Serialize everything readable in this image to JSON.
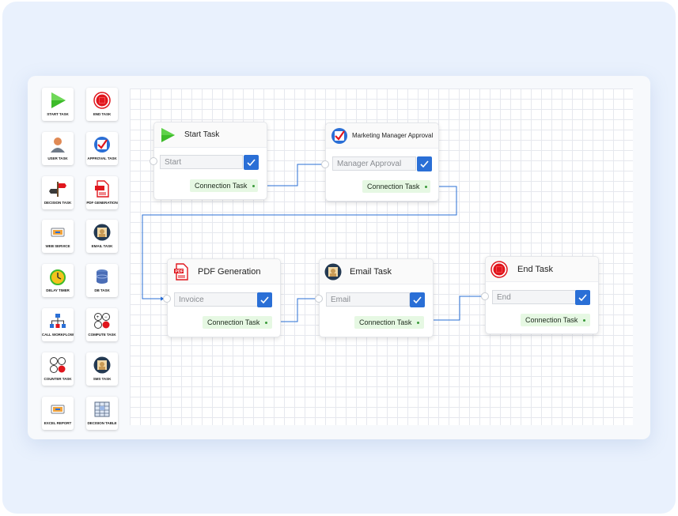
{
  "palette": [
    {
      "label": "START TASK",
      "icon": "play-icon"
    },
    {
      "label": "END TASK",
      "icon": "stop-icon"
    },
    {
      "label": "USER TASK",
      "icon": "user-icon"
    },
    {
      "label": "APPROVAL TASK",
      "icon": "approval-check-icon"
    },
    {
      "label": "DECISION TASK",
      "icon": "signpost-icon"
    },
    {
      "label": "PDF GENERATION",
      "icon": "pdf-icon"
    },
    {
      "label": "WEB SERVICE",
      "icon": "web-service-icon"
    },
    {
      "label": "EMAIL TASK",
      "icon": "email-avatar-icon"
    },
    {
      "label": "DELAY TIMER",
      "icon": "timer-icon"
    },
    {
      "label": "DB TASK",
      "icon": "database-icon"
    },
    {
      "label": "CALL WORKFLOW",
      "icon": "workflow-icon"
    },
    {
      "label": "COMPUTE TASK",
      "icon": "calculator-icon"
    },
    {
      "label": "COUNTER TASK",
      "icon": "counter-icon"
    },
    {
      "label": "SMS TASK",
      "icon": "sms-avatar-icon"
    },
    {
      "label": "EXCEL REPORT",
      "icon": "excel-report-icon"
    },
    {
      "label": "DECISION TABLE",
      "icon": "table-icon"
    }
  ],
  "nodes": {
    "start": {
      "title": "Start Task",
      "field": "Start",
      "connection": "Connection Task"
    },
    "approval": {
      "title": "Marketing Manager Approval",
      "field": "Manager Approval",
      "connection": "Connection Task"
    },
    "pdf": {
      "title": "PDF Generation",
      "field": "Invoice",
      "connection": "Connection Task"
    },
    "email": {
      "title": "Email Task",
      "field": "Email",
      "connection": "Connection Task"
    },
    "end": {
      "title": "End Task",
      "field": "End"
    }
  },
  "colors": {
    "check_blue": "#2a6fd6",
    "connection_green": "#e6f8e3",
    "link_blue": "#2a6fd6",
    "start_green": "#3dbb2a",
    "stop_red": "#e0161d"
  }
}
